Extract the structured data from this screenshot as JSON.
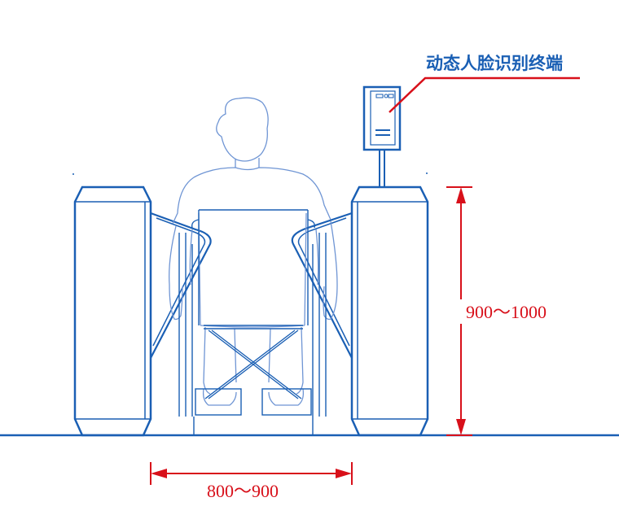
{
  "callout": {
    "text": "动态人脸识别终端"
  },
  "dimensions": {
    "height_text": "900～1000",
    "width_text": "800～900"
  },
  "colors": {
    "outline": "#1a5fb4",
    "figure": "#6f95d4",
    "dimension": "#d8101a",
    "callout_text": "#1a5fb4"
  }
}
